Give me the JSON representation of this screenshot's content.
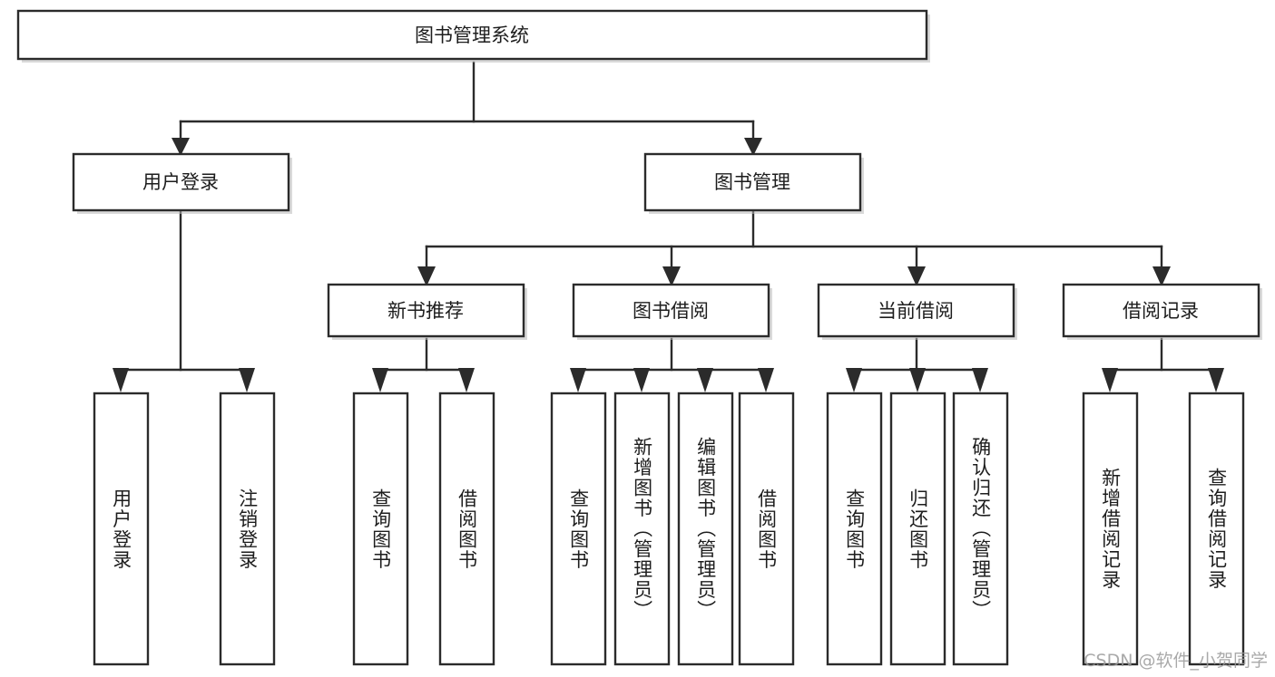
{
  "diagram": {
    "type": "tree",
    "title_node": {
      "id": "root",
      "label": "图书管理系统"
    },
    "level2": [
      {
        "id": "user-login",
        "label": "用户登录"
      },
      {
        "id": "book-manage",
        "label": "图书管理"
      }
    ],
    "level3": [
      {
        "id": "new-book-rec",
        "label": "新书推荐",
        "parent": "book-manage"
      },
      {
        "id": "book-borrow",
        "label": "图书借阅",
        "parent": "book-manage"
      },
      {
        "id": "current-borrow",
        "label": "当前借阅",
        "parent": "book-manage"
      },
      {
        "id": "borrow-record",
        "label": "借阅记录",
        "parent": "book-manage"
      }
    ],
    "leaves": [
      {
        "id": "leaf-user-login",
        "label": "用户登录",
        "parent": "user-login"
      },
      {
        "id": "leaf-logout",
        "label": "注销登录",
        "parent": "user-login"
      },
      {
        "id": "leaf-query-book-1",
        "label": "查询图书",
        "parent": "new-book-rec"
      },
      {
        "id": "leaf-borrow-book-1",
        "label": "借阅图书",
        "parent": "new-book-rec"
      },
      {
        "id": "leaf-query-book-2",
        "label": "查询图书",
        "parent": "book-borrow"
      },
      {
        "id": "leaf-add-book",
        "label": "新增图书（管理员）",
        "parent": "book-borrow"
      },
      {
        "id": "leaf-edit-book",
        "label": "编辑图书（管理员）",
        "parent": "book-borrow"
      },
      {
        "id": "leaf-borrow-book-2",
        "label": "借阅图书",
        "parent": "book-borrow"
      },
      {
        "id": "leaf-query-book-3",
        "label": "查询图书",
        "parent": "current-borrow"
      },
      {
        "id": "leaf-return-book",
        "label": "归还图书",
        "parent": "current-borrow"
      },
      {
        "id": "leaf-confirm-return",
        "label": "确认归还（管理员）",
        "parent": "current-borrow"
      },
      {
        "id": "leaf-add-record",
        "label": "新增借阅记录",
        "parent": "borrow-record"
      },
      {
        "id": "leaf-query-record",
        "label": "查询借阅记录",
        "parent": "borrow-record"
      }
    ]
  },
  "watermark": {
    "text": "CSDN @软件_小贺同学"
  },
  "colors": {
    "stroke": "#2b2b2b",
    "fill": "#ffffff",
    "text": "#1d1d1d",
    "watermark": "#9b9b9b"
  }
}
